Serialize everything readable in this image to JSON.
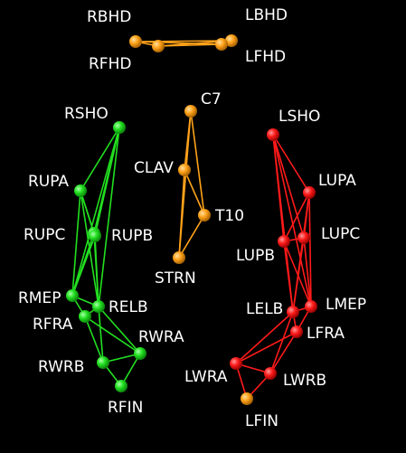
{
  "colors": {
    "background": "#000000",
    "label": "#ffffff",
    "right_arm": "#22e020",
    "left_arm": "#ff1a1a",
    "torso": "#ffa21a",
    "head": "#ffa21a"
  },
  "labels": {
    "RBHD": "RBHD",
    "LBHD": "LBHD",
    "RFHD": "RFHD",
    "LFHD": "LFHD",
    "C7": "C7",
    "CLAV": "CLAV",
    "T10": "T10",
    "STRN": "STRN",
    "RSHO": "RSHO",
    "RUPA": "RUPA",
    "RUPC": "RUPC",
    "RUPB": "RUPB",
    "RMEP": "RMEP",
    "RELB": "RELB",
    "RFRA": "RFRA",
    "RWRA": "RWRA",
    "RWRB": "RWRB",
    "RFIN": "RFIN",
    "LSHO": "LSHO",
    "LUPA": "LUPA",
    "LUPC": "LUPC",
    "LUPB": "LUPB",
    "LELB": "LELB",
    "LMEP": "LMEP",
    "LFRA": "LFRA",
    "LWRA": "LWRA",
    "LWRB": "LWRB",
    "LFIN": "LFIN"
  }
}
